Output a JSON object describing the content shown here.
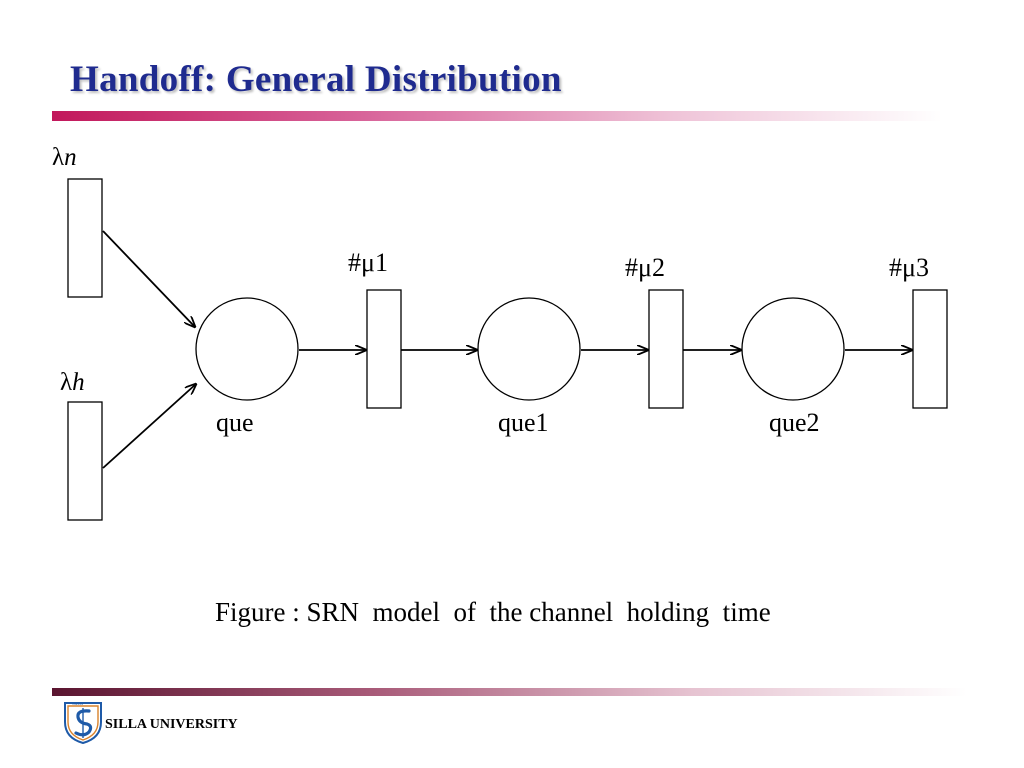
{
  "slide": {
    "title": "Handoff: General Distribution",
    "caption": "Figure : SRN  model  of  the channel  holding  time"
  },
  "diagram": {
    "sources": {
      "lambda_n": {
        "symbol": "λ",
        "var": "n"
      },
      "lambda_h": {
        "symbol": "λ",
        "var": "h"
      }
    },
    "places": [
      "que",
      "que1",
      "que2"
    ],
    "transitions": [
      "#μ1",
      "#μ2",
      "#μ3"
    ]
  },
  "footer": {
    "university": "SILLA UNIVERSITY",
    "logo_text": "SILLA"
  },
  "colors": {
    "title": "#1f2b8f",
    "top_rule": "#c2185b",
    "bottom_rule": "#5a1530",
    "logo_blue": "#1e5aa8",
    "logo_orange": "#d9822b"
  }
}
